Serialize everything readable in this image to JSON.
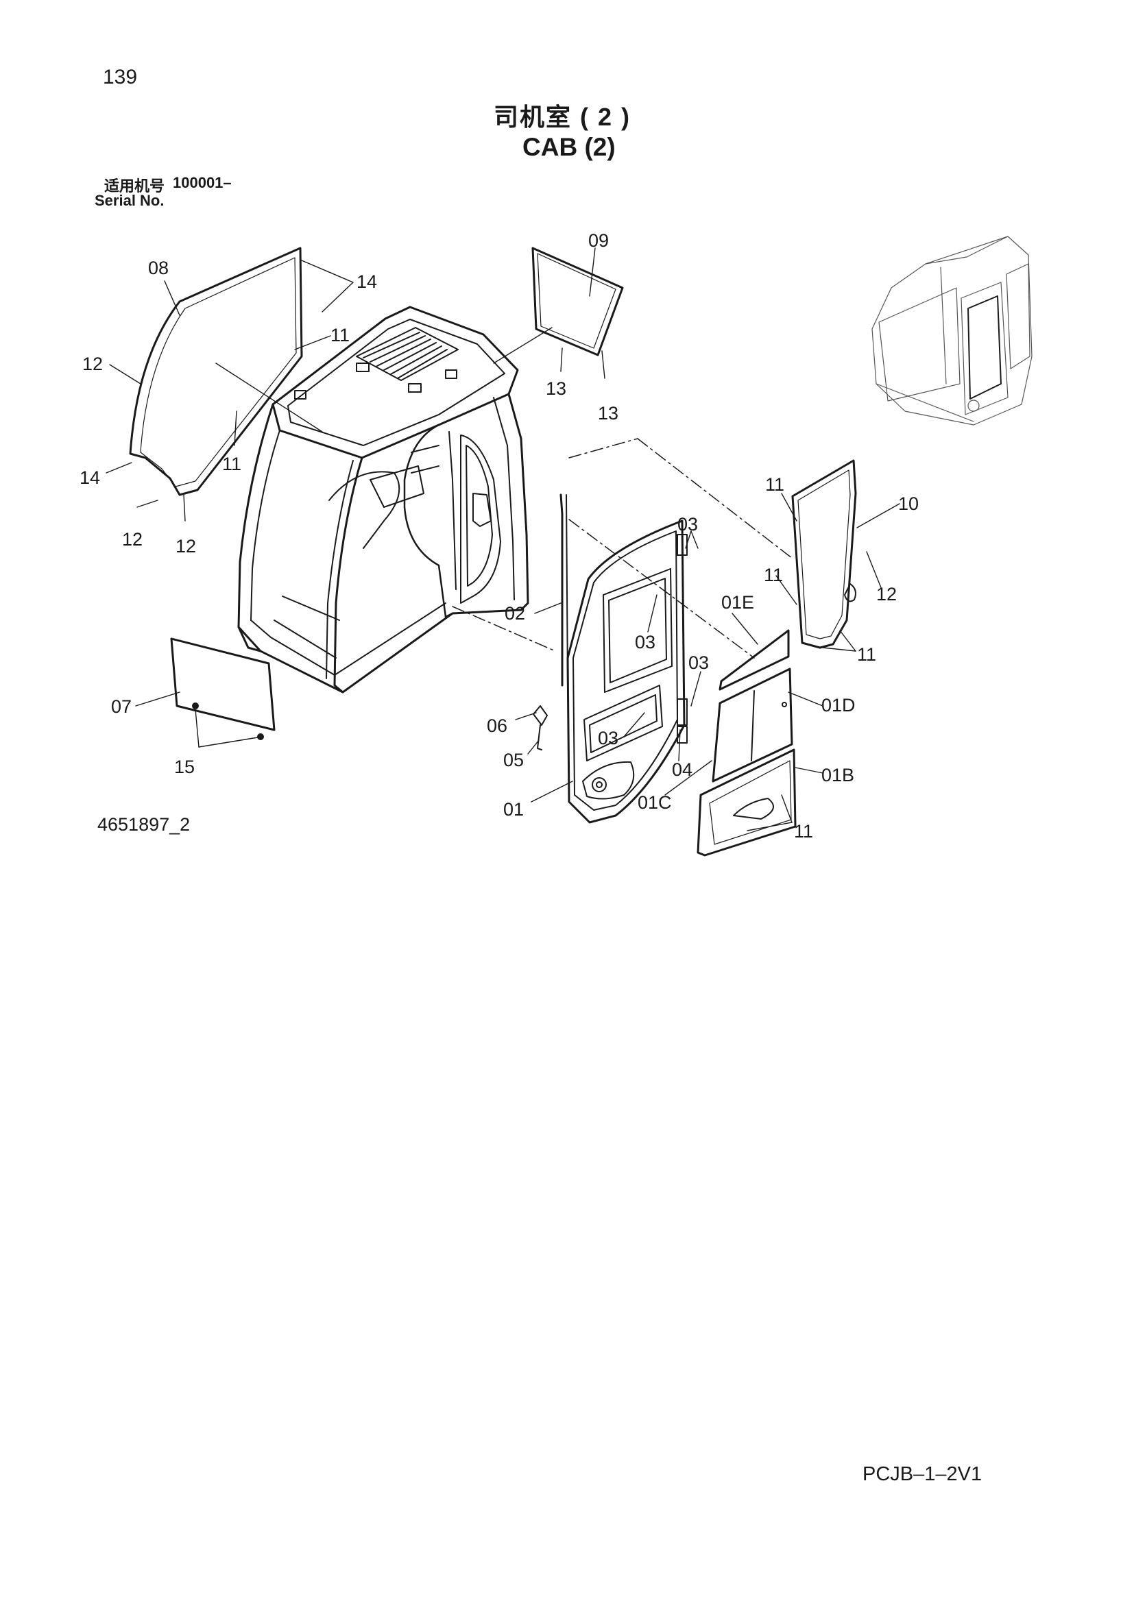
{
  "page": {
    "page_number": "139",
    "title_cn": "司机室 ( 2 )",
    "title_en": "CAB (2)",
    "serial_label_cn": "适用机号",
    "serial_value": "100001–",
    "serial_label_en": "Serial No.",
    "drawing_number": "4651897_2",
    "doc_code": "PCJB–1–2V1"
  },
  "callouts": [
    {
      "id": "08a",
      "text": "08"
    },
    {
      "id": "14a",
      "text": "14"
    },
    {
      "id": "11a",
      "text": "11"
    },
    {
      "id": "12a",
      "text": "12"
    },
    {
      "id": "11b",
      "text": "11"
    },
    {
      "id": "14b",
      "text": "14"
    },
    {
      "id": "12b",
      "text": "12"
    },
    {
      "id": "12c",
      "text": "12"
    },
    {
      "id": "09a",
      "text": "09"
    },
    {
      "id": "13a",
      "text": "13"
    },
    {
      "id": "13b",
      "text": "13"
    },
    {
      "id": "11c",
      "text": "11"
    },
    {
      "id": "10a",
      "text": "10"
    },
    {
      "id": "11d",
      "text": "11"
    },
    {
      "id": "12d",
      "text": "12"
    },
    {
      "id": "11e",
      "text": "11"
    },
    {
      "id": "03a",
      "text": "03"
    },
    {
      "id": "03b",
      "text": "03"
    },
    {
      "id": "02a",
      "text": "02"
    },
    {
      "id": "01Ea",
      "text": "01E"
    },
    {
      "id": "03c",
      "text": "03"
    },
    {
      "id": "01Da",
      "text": "01D"
    },
    {
      "id": "07a",
      "text": "07"
    },
    {
      "id": "06a",
      "text": "06"
    },
    {
      "id": "05a",
      "text": "05"
    },
    {
      "id": "03d",
      "text": "03"
    },
    {
      "id": "04a",
      "text": "04"
    },
    {
      "id": "15a",
      "text": "15"
    },
    {
      "id": "01Ba",
      "text": "01B"
    },
    {
      "id": "01a",
      "text": "01"
    },
    {
      "id": "01Ca",
      "text": "01C"
    },
    {
      "id": "11f",
      "text": "11"
    }
  ]
}
